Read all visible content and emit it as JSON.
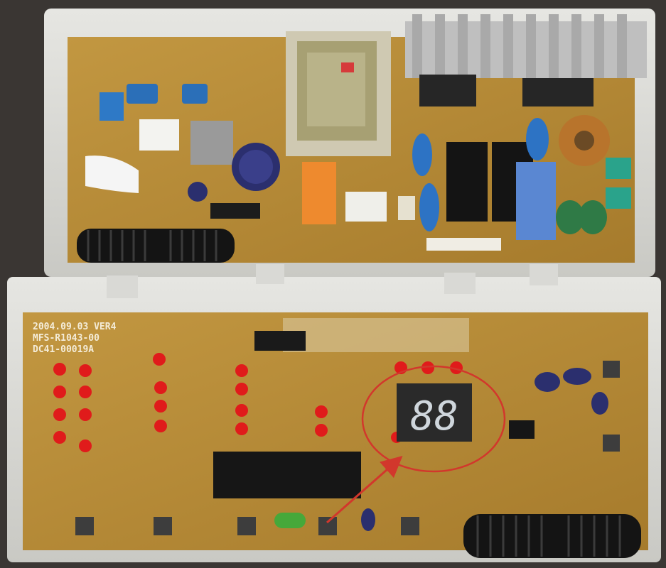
{
  "board_label": {
    "date_version": "2004.09.03 VER4",
    "model": "MFS-R1043-00",
    "part_number": "DC41-00019A"
  },
  "display": {
    "digits": "88"
  },
  "colors": {
    "pcb": "#b58a35",
    "case": "#d8d8d4",
    "led": "#e01b1b",
    "annotation": "#d2372c"
  }
}
